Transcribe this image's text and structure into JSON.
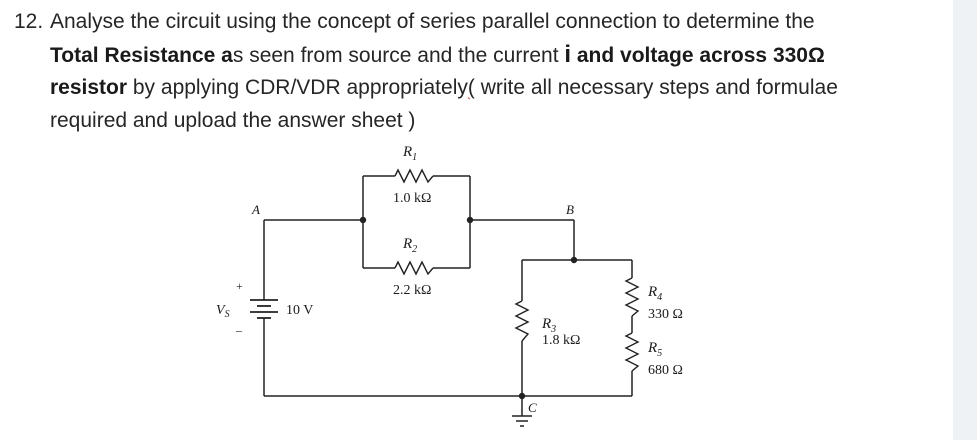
{
  "question": {
    "number": "12.",
    "line1": "Analyse the circuit using  the concept of series parallel connection to determine the",
    "line2_bold1": "Total Resistance a",
    "line2_normal1": "s seen from source and the current ",
    "line2_symbol": "i",
    "line2_bold2": " and voltage across 330Ω",
    "line3_bold": "resistor",
    "line3_normal1": "  by applying CDR/VDR appropriately",
    "line3_squiggle": "(",
    "line3_normal2": " write all necessary steps and formulae",
    "line4": "required and upload the answer sheet )"
  },
  "circuit": {
    "node_a": "A",
    "node_b": "B",
    "node_c": "C",
    "source_label": "V",
    "source_subscript": "S",
    "source_value": "10 V",
    "source_plus": "+",
    "source_minus": "–",
    "r1": {
      "letter": "R",
      "sub": "1",
      "value": "1.0 kΩ"
    },
    "r2": {
      "letter": "R",
      "sub": "2",
      "value": "2.2 kΩ"
    },
    "r3": {
      "letter": "R",
      "sub": "3",
      "value": "1.8 kΩ"
    },
    "r4": {
      "letter": "R",
      "sub": "4",
      "value": "330 Ω"
    },
    "r5": {
      "letter": "R",
      "sub": "5",
      "value": "680 Ω"
    }
  }
}
